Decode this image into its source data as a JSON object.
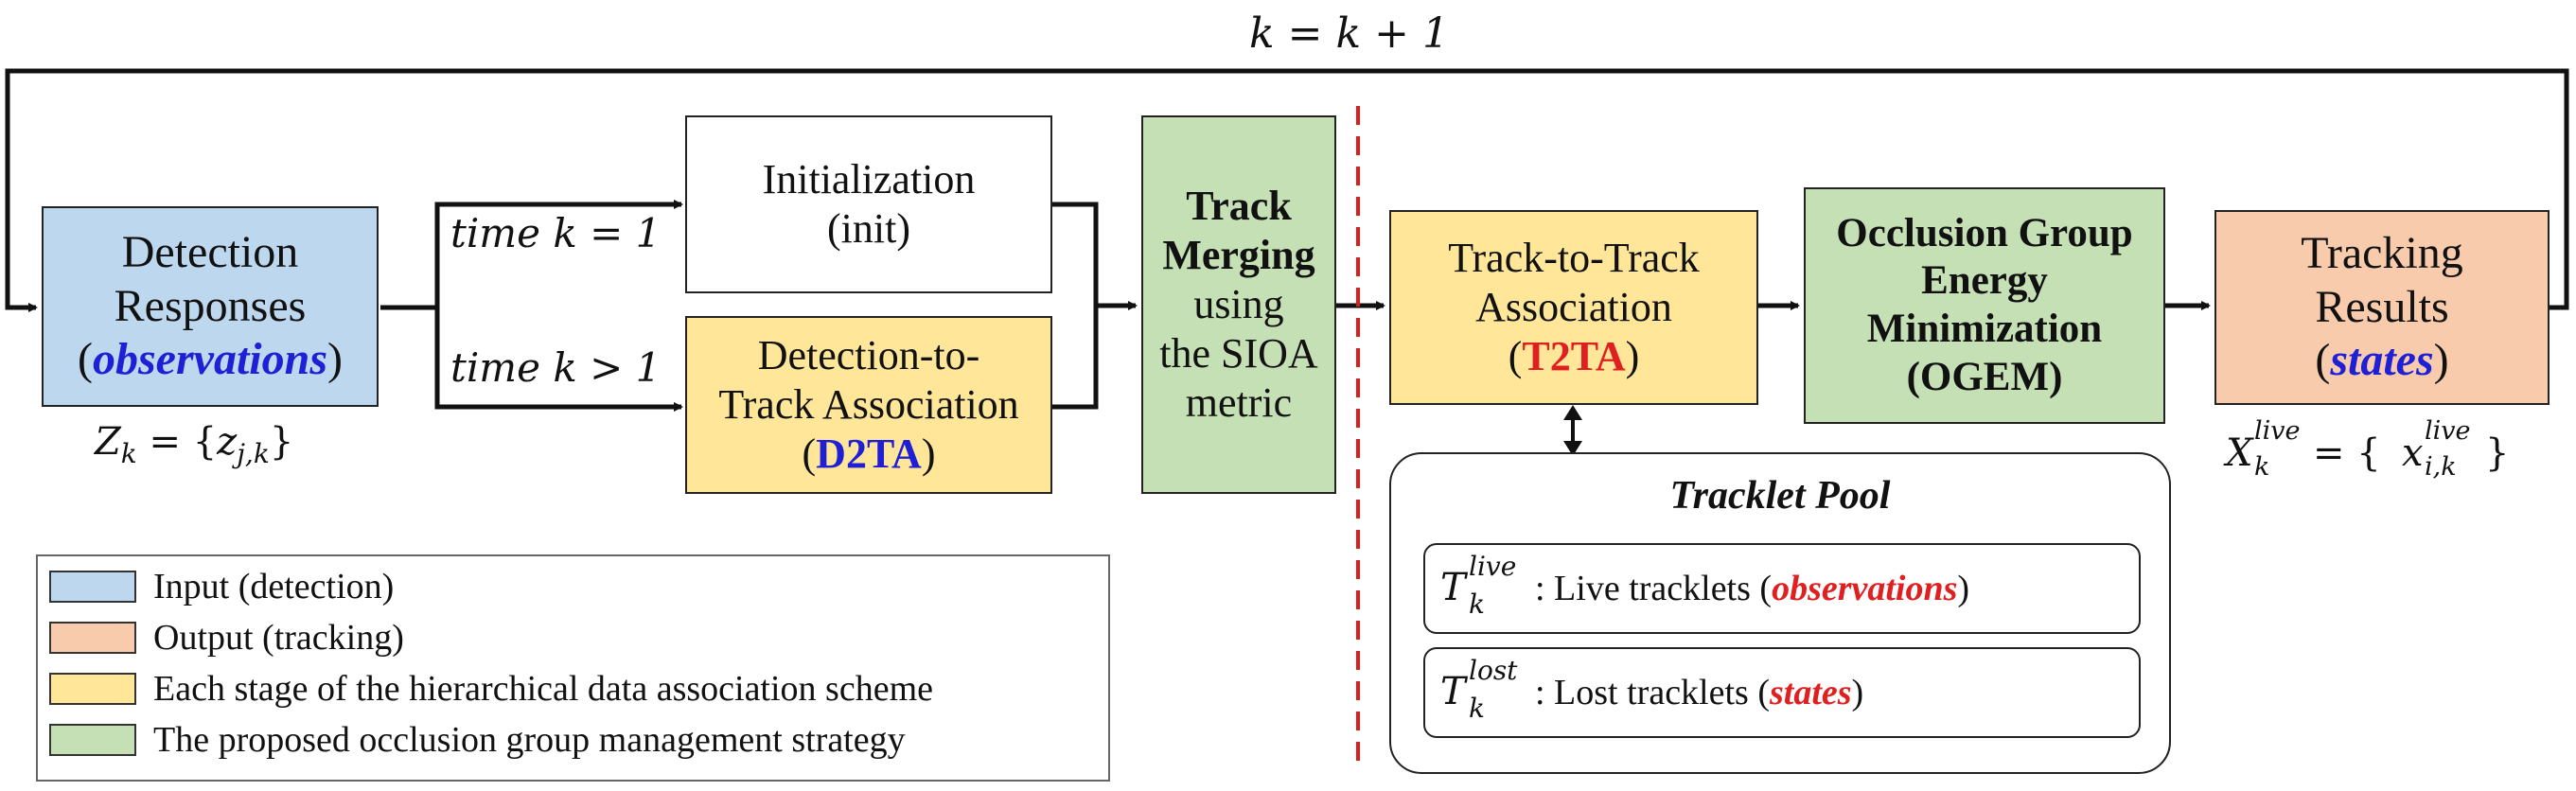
{
  "loop_label": "k = k + 1",
  "boxes": {
    "detection": {
      "line1": "Detection",
      "line2": "Responses",
      "paren_open": "(",
      "keyword": "observations",
      "paren_close": ")"
    },
    "init": {
      "line1": "Initialization",
      "line2": "(init)"
    },
    "d2ta": {
      "line1": "Detection-to-",
      "line2": "Track Association",
      "paren_open": "(",
      "keyword": "D2TA",
      "paren_close": ")"
    },
    "merging": {
      "line1": "Track",
      "line2": "Merging",
      "line3": "using",
      "line4": "the SIOA",
      "line5": "metric"
    },
    "t2ta": {
      "line1": "Track-to-Track",
      "line2": "Association",
      "paren_open": "(",
      "keyword": "T2TA",
      "paren_close": ")"
    },
    "ogem": {
      "line1": "Occlusion Group",
      "line2": "Energy",
      "line3": "Minimization",
      "line4": "(OGEM)"
    },
    "results": {
      "line1": "Tracking",
      "line2": "Results",
      "paren_open": "(",
      "keyword": "states",
      "paren_close": ")"
    }
  },
  "branch_labels": {
    "k1": "time k = 1",
    "kgt1": "time k > 1"
  },
  "math": {
    "zk": "Z_k = {z_j,k}",
    "zk_base": "Z",
    "zk_sub": "k",
    "zk_eq": " = {",
    "zk_inner": "z",
    "zk_inner_sub": "j,k",
    "zk_close": "}",
    "xk_base": "X",
    "xk_sub": "k",
    "xk_sup": "live",
    "xk_eq": " = {",
    "xk_inner": "x",
    "xk_inner_sub": "i,k",
    "xk_inner_sup": "live",
    "xk_close": "}"
  },
  "pool": {
    "title": "Tracklet Pool",
    "live": {
      "sym": "T",
      "sup": "live",
      "sub": "k",
      "text": ": Live tracklets (",
      "keyword": "observations",
      "close": ")"
    },
    "lost": {
      "sym": "T",
      "sup": "lost",
      "sub": "k",
      "text": ": Lost tracklets (",
      "keyword": "states",
      "close": ")"
    }
  },
  "legend": [
    {
      "label": "Input (detection)",
      "color": "#bdd7ee"
    },
    {
      "label": "Output (tracking)",
      "color": "#f8cbad"
    },
    {
      "label": "Each stage of the hierarchical data association scheme",
      "color": "#ffe699"
    },
    {
      "label": "The proposed occlusion group management strategy",
      "color": "#c5e0b4"
    }
  ],
  "colors": {
    "divider": "#d42020",
    "keyword_blue": "#1f1fd6",
    "keyword_red": "#e02020"
  }
}
